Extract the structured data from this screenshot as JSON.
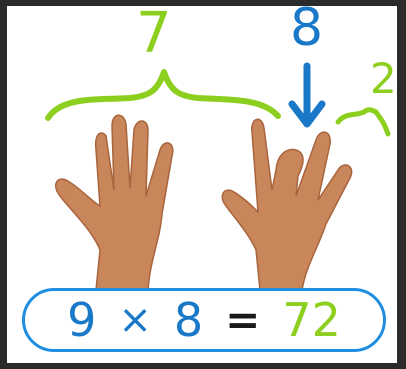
{
  "labels": {
    "fingers_left": "7",
    "folded_finger": "8",
    "fingers_right": "2"
  },
  "equation": {
    "factor_a": "9",
    "times": "×",
    "factor_b": "8",
    "equals": "=",
    "product": "72"
  },
  "colors": {
    "green": "#8ccf1e",
    "blue": "#1a78c8",
    "border_blue": "#1e8fe0",
    "skin": "#c9865a",
    "skin_shadow": "#a8643c"
  },
  "icons": {
    "brace": "curly-brace-icon",
    "arrow": "down-arrow-icon",
    "hands": "hands-image"
  }
}
